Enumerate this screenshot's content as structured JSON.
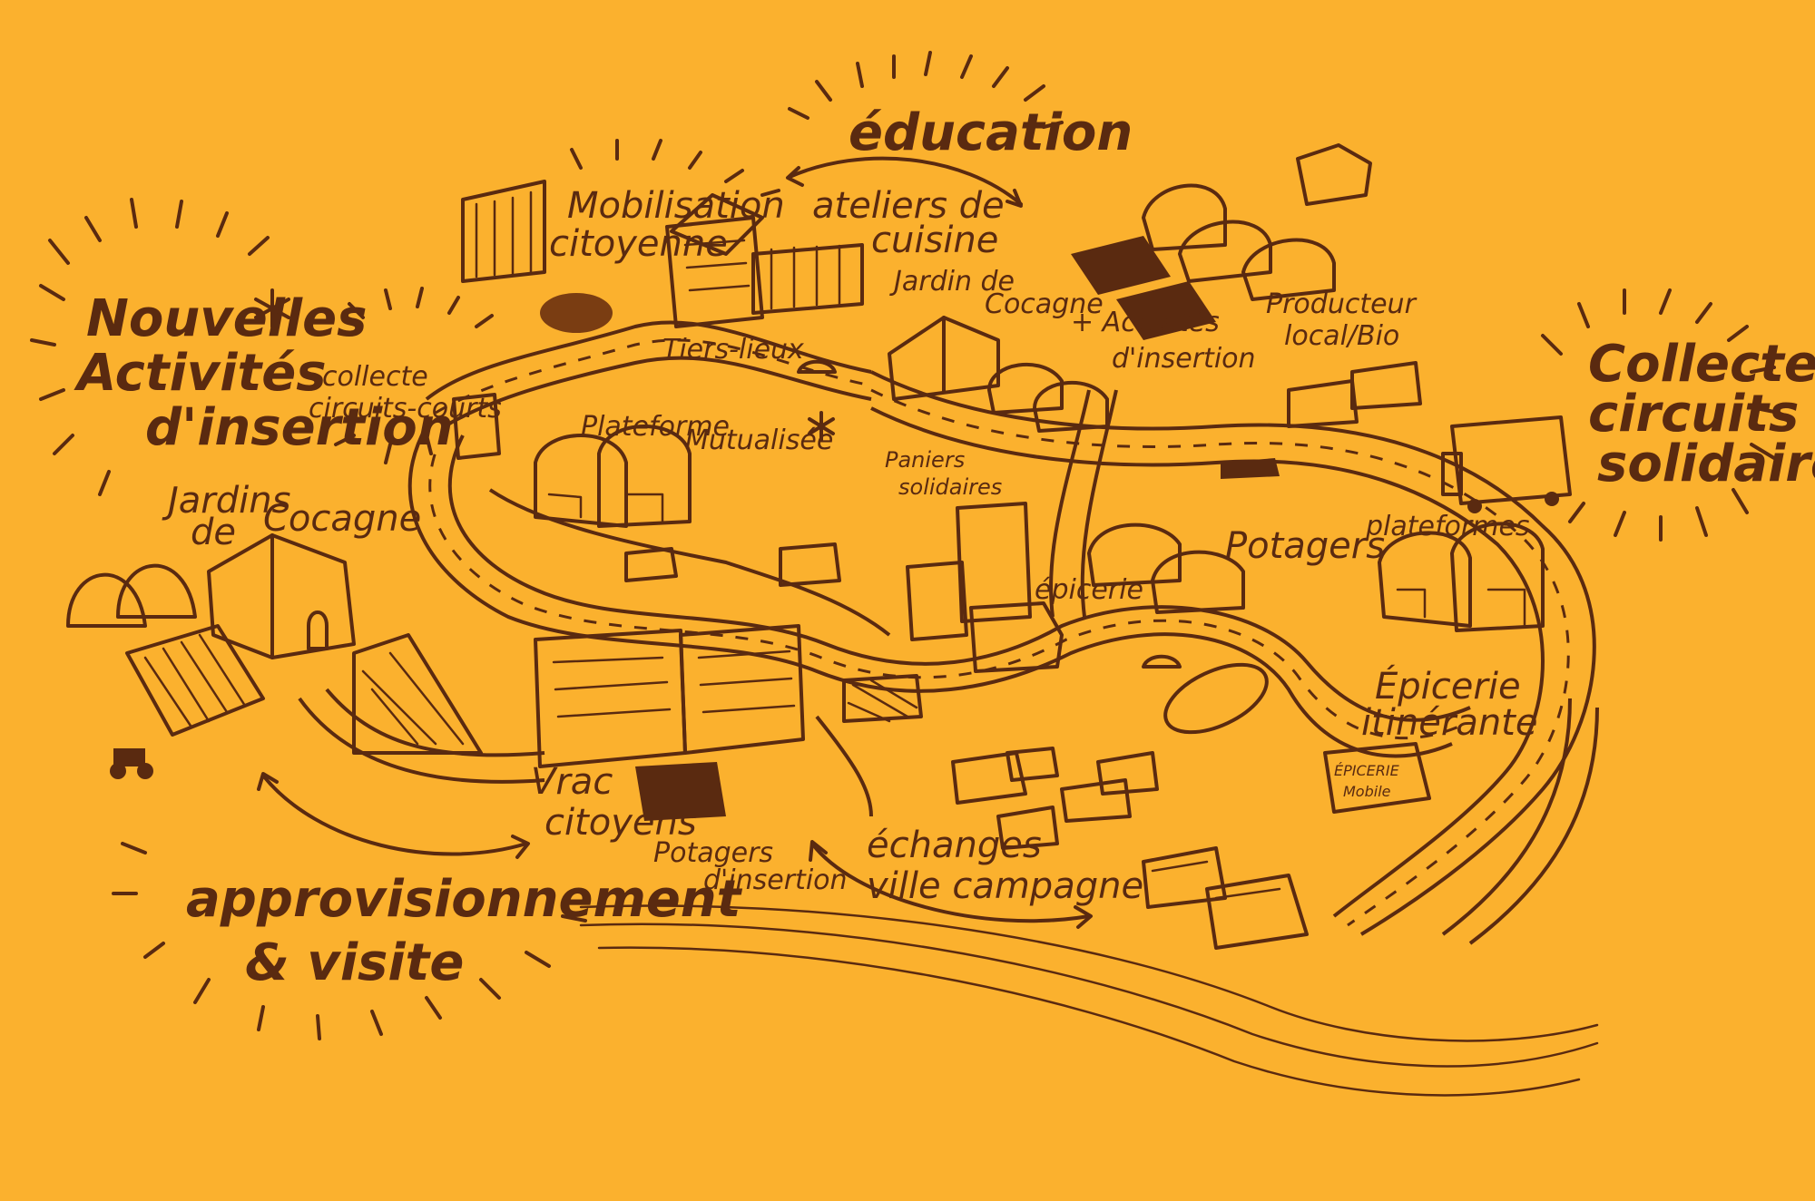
{
  "colors": {
    "background": "#FBB12E",
    "ink": "#5A2A10"
  },
  "labels": {
    "education": "éducation",
    "mobilisation_1": "Mobilisation",
    "mobilisation_2": "citoyenne",
    "ateliers_1": "ateliers de",
    "ateliers_2": "cuisine",
    "nouvelles_1": "Nouvelles",
    "nouvelles_2": "Activités",
    "nouvelles_3": "d'insertion",
    "collecte_cc_1": "collecte",
    "collecte_cc_2": "circuits-courts",
    "tiers_lieux": "Tiers-lieux",
    "jardin_cocagne_top_1": "Jardin de",
    "jardin_cocagne_top_2": "Cocagne",
    "activites_insertion_1": "+ Activités",
    "activites_insertion_2": "d'insertion",
    "producteur_1": "Producteur",
    "producteur_2": "local/Bio",
    "collectes_solidaires_1": "Collectes",
    "collectes_solidaires_2": "circuits",
    "collectes_solidaires_3": "solidaires",
    "plateforme_1": "Plateforme",
    "plateforme_2": "Mutualisée",
    "paniers_1": "Paniers",
    "paniers_2": "solidaires",
    "jardins_cocagne_left_1": "Jardins",
    "jardins_cocagne_left_2": "de",
    "jardins_cocagne_left_3": "Cocagne",
    "potagers": "Potagers",
    "plateformes": "plateformes",
    "epicerie": "épicerie",
    "epicerie_itinerante_1": "Épicerie",
    "epicerie_itinerante_2": "itinérante",
    "epicerie_truck_1": "ÉPICERIE",
    "epicerie_truck_2": "Mobile",
    "vrac_1": "Vrac",
    "vrac_2": "citoyens",
    "potagers_insertion_1": "Potagers",
    "potagers_insertion_2": "d'insertion",
    "echanges_1": "échanges",
    "echanges_2": "ville campagne",
    "approvisionnement_1": "approvisionnement",
    "approvisionnement_2": "& visite"
  }
}
